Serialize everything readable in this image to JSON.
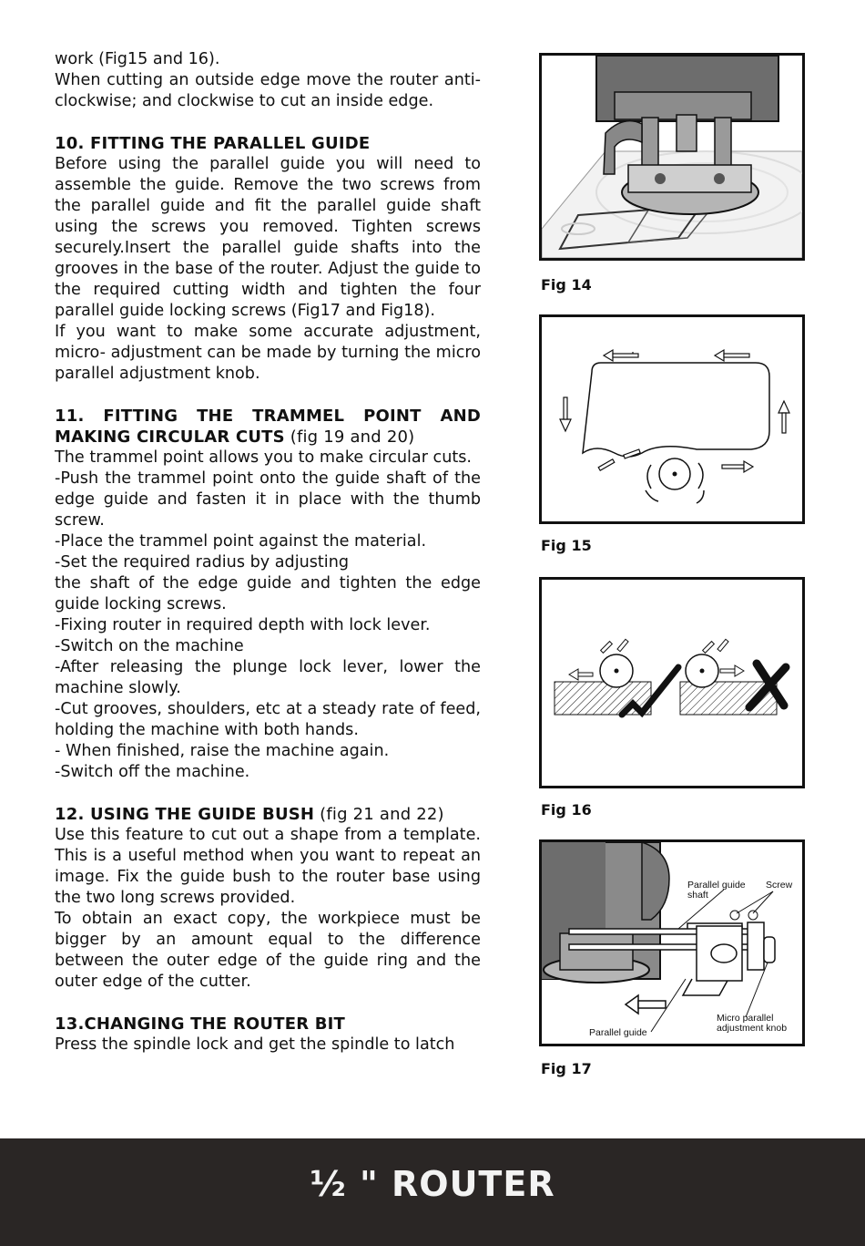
{
  "body_text": {
    "p1": "work (Fig15 and 16).",
    "p2": "When cutting an outside edge move the router anti-clockwise; and clockwise to cut an inside edge.",
    "s10_heading": "10. FITTING THE PARALLEL GUIDE",
    "s10_p1": "Before using the parallel guide you will need to assemble the guide. Remove the two screws from the parallel guide and fit the parallel guide shaft using the screws you removed. Tighten screws securely.Insert the parallel guide shafts into the grooves in the base of the router. Adjust the guide to the required cutting width and tighten the four parallel guide locking screws (Fig17 and Fig18).",
    "s10_p2": "If you want to make some accurate adjustment, micro- adjustment can be made by turning the micro parallel adjustment knob.",
    "s11_heading": "11. FITTING THE TRAMMEL POINT AND MAKING CIRCULAR CUTS",
    "s11_ref": " (fig 19 and 20)",
    "s11_lines": [
      "The trammel point allows you to make circular cuts.",
      "-Push the trammel point onto the guide shaft of the edge guide and fasten it in place with the thumb screw.",
      "-Place the trammel point against the material.",
      "-Set the required radius by adjusting",
      "the shaft of the edge guide and tighten the edge guide locking screws.",
      "-Fixing router in required depth with lock lever.",
      "-Switch on the machine",
      "-After releasing the plunge lock lever, lower the machine slowly.",
      "-Cut grooves, shoulders, etc at a steady rate of feed, holding the machine with both hands.",
      "- When finished, raise the machine again.",
      "-Switch off the machine."
    ],
    "s12_heading": "12. USING THE GUIDE BUSH",
    "s12_ref": " (fig 21 and 22)",
    "s12_p1": "Use this feature to cut out a shape from a template. This is a useful method when you want to repeat an image. Fix the guide bush to the router base using the two long screws provided.",
    "s12_p2": "To obtain an exact copy, the workpiece must be bigger by an amount equal to the difference between the outer edge of the guide ring and the outer edge of the cutter.",
    "s13_heading": "13.CHANGING THE ROUTER BIT",
    "s13_p1": "Press the spindle lock and get the spindle to latch"
  },
  "figures": {
    "fig14_caption": "Fig 14",
    "fig15_caption": "Fig 15",
    "fig16_caption": "Fig 16",
    "fig17_caption": "Fig 17",
    "fig17_labels": {
      "shaft": "Parallel guide",
      "shaft2": "shaft",
      "screw": "Screw",
      "micro1": "Micro parallel",
      "micro2": "adjustment knob",
      "guide": "Parallel guide"
    }
  },
  "footer": {
    "title": "½ \" ROUTER"
  }
}
